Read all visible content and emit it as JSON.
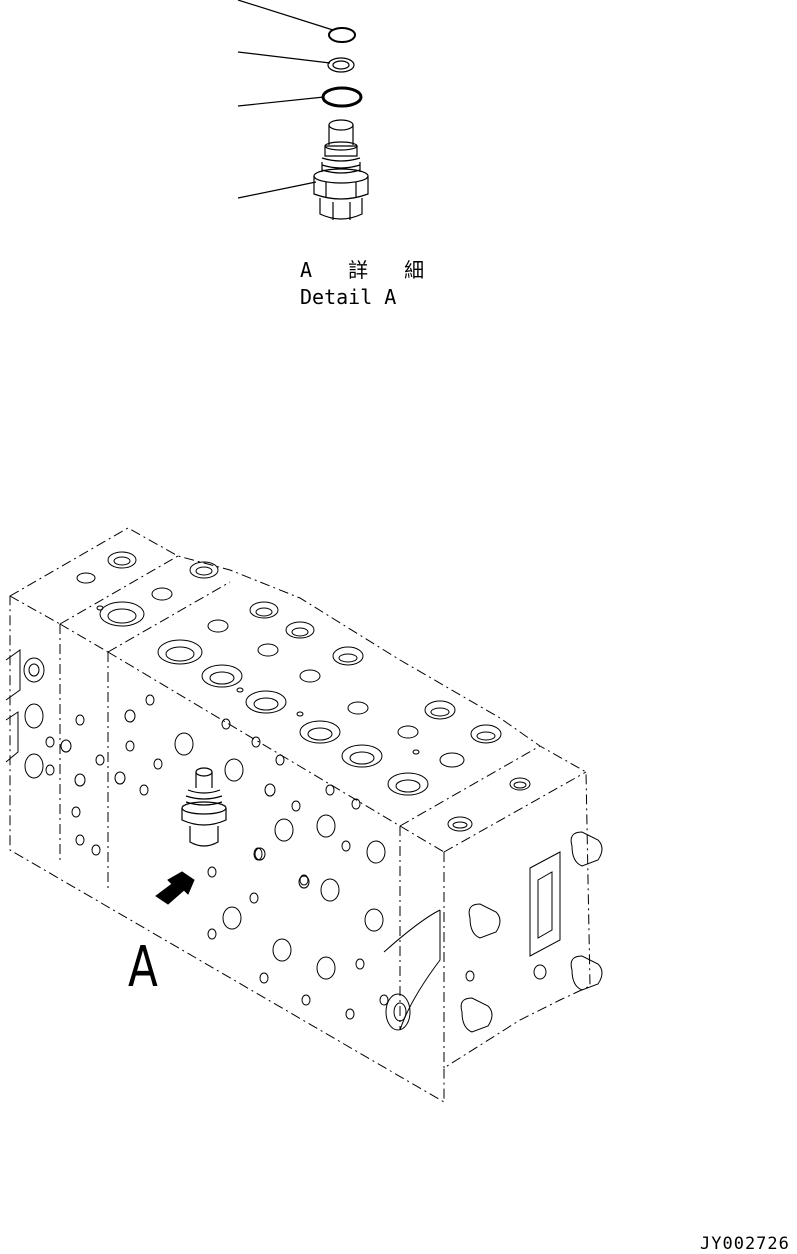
{
  "detail_label": {
    "japanese": "A 詳 細",
    "english": "Detail A"
  },
  "view_letter": "A",
  "drawing_number": "JY002726",
  "colors": {
    "line": "#000000",
    "background": "#ffffff"
  }
}
